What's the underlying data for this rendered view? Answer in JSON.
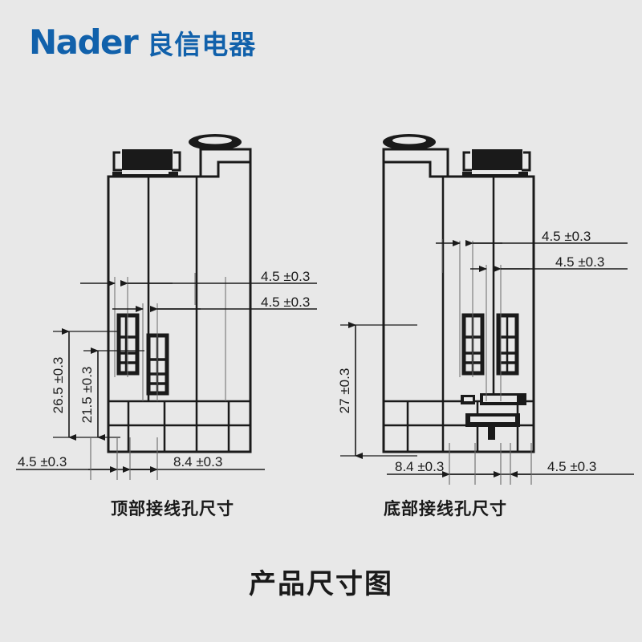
{
  "brand": {
    "latin": "Nader",
    "cjk": "良信电器",
    "color": "#1161ab"
  },
  "page": {
    "background": "#e8e8e8",
    "line_color": "#1a1a1a",
    "title": "产品尺寸图"
  },
  "views": [
    {
      "id": "top-wiring",
      "caption": "顶部接线孔尺寸",
      "dimensions": {
        "lead_upper": "4.5 ±0.3",
        "lead_lower": "4.5 ±0.3",
        "vert_outer": "26.5 ±0.3",
        "vert_inner": "21.5 ±0.3",
        "bottom_left": "4.5 ±0.3",
        "bottom_right": "8.4 ±0.3"
      }
    },
    {
      "id": "bottom-wiring",
      "caption": "底部接线孔尺寸",
      "dimensions": {
        "lead_upper": "4.5 ±0.3",
        "lead_lower": "4.5 ±0.3",
        "vert_outer": "27 ±0.3",
        "bottom_left": "8.4 ±0.3",
        "bottom_right": "4.5 ±0.3"
      }
    }
  ],
  "chart_data": {
    "type": "table",
    "title": "产品尺寸图",
    "categories": [
      "顶部接线孔尺寸",
      "底部接线孔尺寸"
    ],
    "series": [
      {
        "name": "顶部接线孔尺寸",
        "labels": [
          "4.5 ±0.3",
          "4.5 ±0.3",
          "26.5 ±0.3",
          "21.5 ±0.3",
          "4.5 ±0.3",
          "8.4 ±0.3"
        ],
        "values": [
          4.5,
          4.5,
          26.5,
          21.5,
          4.5,
          8.4
        ],
        "tolerances": [
          0.3,
          0.3,
          0.3,
          0.3,
          0.3,
          0.3
        ],
        "units": "mm"
      },
      {
        "name": "底部接线孔尺寸",
        "labels": [
          "4.5 ±0.3",
          "4.5 ±0.3",
          "27 ±0.3",
          "8.4 ±0.3",
          "4.5 ±0.3"
        ],
        "values": [
          4.5,
          4.5,
          27,
          8.4,
          4.5
        ],
        "tolerances": [
          0.3,
          0.3,
          0.3,
          0.3,
          0.3
        ],
        "units": "mm"
      }
    ],
    "xlabel": "",
    "ylabel": "",
    "legend_position": "none",
    "grid": false
  }
}
